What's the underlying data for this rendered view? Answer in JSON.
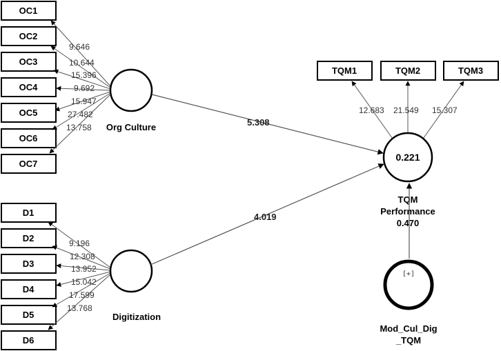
{
  "constructs": {
    "org_culture": {
      "label": "Org Culture"
    },
    "digitization": {
      "label": "Digitization"
    },
    "tqm_performance": {
      "label_line1": "TQM",
      "label_line2": "Performance",
      "r_squared": "0.221",
      "value_below": "0.470"
    },
    "moderator": {
      "label_line1": "Mod_Cul_Dig",
      "label_line2": "_TQM",
      "marker": "[+]"
    }
  },
  "indicators": {
    "org_culture": [
      {
        "label": "OC1",
        "loading": "9.646"
      },
      {
        "label": "OC2",
        "loading": "10.644"
      },
      {
        "label": "OC3",
        "loading": "15.396"
      },
      {
        "label": "OC4",
        "loading": "9.692"
      },
      {
        "label": "OC5",
        "loading": "15.947"
      },
      {
        "label": "OC6",
        "loading": "27.482"
      },
      {
        "label": "OC7",
        "loading": "13.758"
      }
    ],
    "digitization": [
      {
        "label": "D1",
        "loading": "9.196"
      },
      {
        "label": "D2",
        "loading": "12.308"
      },
      {
        "label": "D3",
        "loading": "13.952"
      },
      {
        "label": "D4",
        "loading": "15.042"
      },
      {
        "label": "D5",
        "loading": "17.599"
      },
      {
        "label": "D6",
        "loading": "13.768"
      }
    ],
    "tqm": [
      {
        "label": "TQM1",
        "loading": "12.683"
      },
      {
        "label": "TQM2",
        "loading": "21.549"
      },
      {
        "label": "TQM3",
        "loading": "15.307"
      }
    ]
  },
  "paths": {
    "org_culture_to_tqm": "5.308",
    "digitization_to_tqm": "4.019"
  }
}
